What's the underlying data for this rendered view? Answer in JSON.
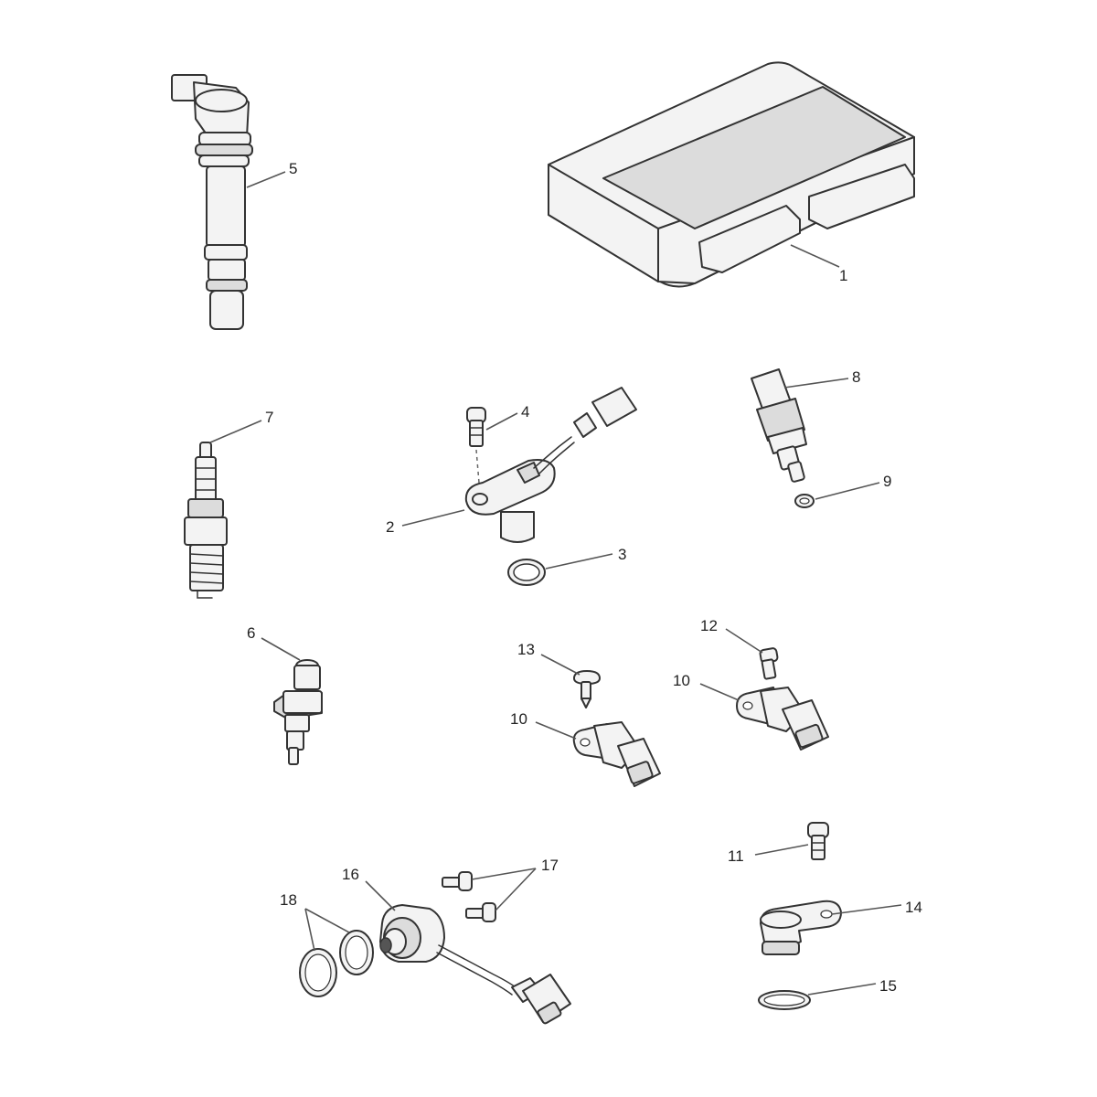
{
  "callouts": {
    "c1": "1",
    "c2": "2",
    "c3": "3",
    "c4": "4",
    "c5": "5",
    "c6": "6",
    "c7": "7",
    "c8": "8",
    "c9": "9",
    "c10a": "10",
    "c10b": "10",
    "c11": "11",
    "c12": "12",
    "c13": "13",
    "c14": "14",
    "c15": "15",
    "c16": "16",
    "c17": "17",
    "c18": "18"
  },
  "colors": {
    "line": "#333333",
    "fill": "#f3f3f3",
    "background": "#ffffff"
  }
}
